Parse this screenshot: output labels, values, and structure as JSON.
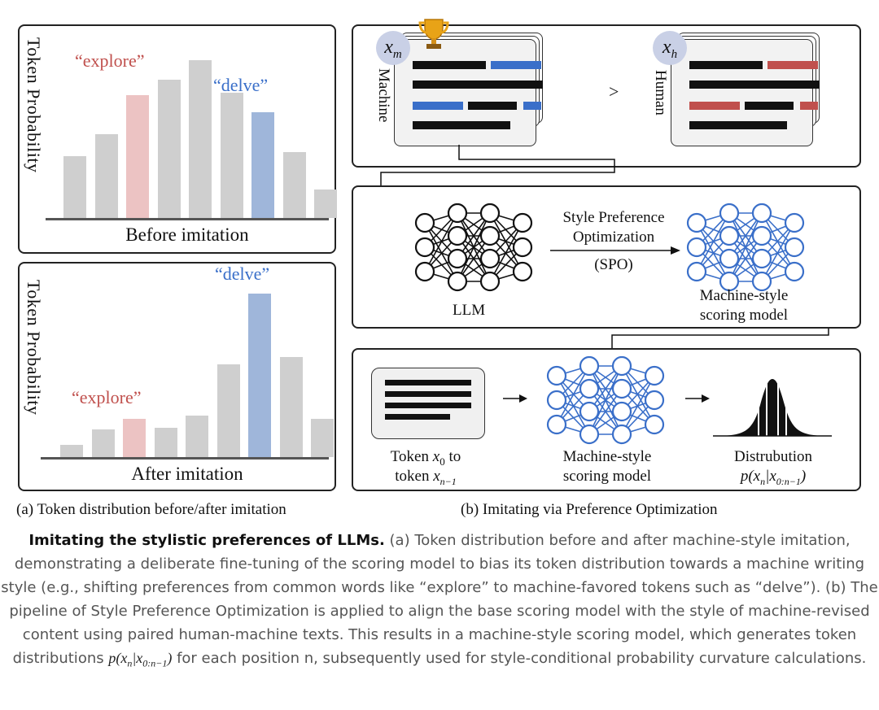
{
  "panel_a": {
    "ylabel": "Token Probability",
    "before": {
      "xlabel": "Before imitation",
      "explore_label": "“explore”",
      "delve_label": "“delve”"
    },
    "after": {
      "xlabel": "After imitation",
      "explore_label": "“explore”",
      "delve_label": "“delve”"
    },
    "subcaption": "(a) Token distribution before/after imitation"
  },
  "chart_data": [
    {
      "type": "bar",
      "xlabel": "Before imitation",
      "ylabel": "Token Probability",
      "categories": [
        "",
        "",
        "“explore”",
        "",
        "",
        "",
        "“delve”",
        "",
        ""
      ],
      "values": [
        28,
        38,
        56,
        63,
        72,
        57,
        48,
        30,
        13
      ],
      "highlight": {
        "explore": "#ecc3c3",
        "delve": "#9fb6da",
        "other": "#cfcfcf"
      }
    },
    {
      "type": "bar",
      "xlabel": "After imitation",
      "ylabel": "Token Probability",
      "categories": [
        "",
        "",
        "“explore”",
        "",
        "",
        "",
        "“delve”",
        "",
        ""
      ],
      "values": [
        8,
        18,
        25,
        19,
        27,
        60,
        106,
        65,
        25
      ],
      "highlight": {
        "explore": "#ecc3c3",
        "delve": "#9fb6da",
        "other": "#cfcfcf"
      }
    }
  ],
  "panel_b": {
    "top": {
      "machine_label": "Machine",
      "human_label": "Human",
      "machine_badge": "x",
      "machine_badge_sub": "m",
      "human_badge": "x",
      "human_badge_sub": "h",
      "compare": ">",
      "trophy_icon": "trophy-icon"
    },
    "middle": {
      "llm_label": "LLM",
      "spo_line1": "Style Preference",
      "spo_line2": "Optimization",
      "spo_line3": "(SPO)",
      "scoring_line1": "Machine-style",
      "scoring_line2": "scoring model"
    },
    "bottom": {
      "tokens_line1_pre": "Token",
      "tokens_line1_math": "x",
      "tokens_line1_sub": "0",
      "tokens_line1_post": "to",
      "tokens_line2_pre": "token",
      "tokens_line2_math": "x",
      "tokens_line2_sub": "n−1",
      "scoring_line1": "Machine-style",
      "scoring_line2": "scoring model",
      "dist_line1": "Distrubution",
      "dist_formula": "p(x_n|x_{0:n-1})"
    },
    "subcaption": "(b) Imitating via Preference Optimization"
  },
  "colors": {
    "black_net": "#111111",
    "blue_net": "#3a6fc9",
    "red_line": "#c0504d",
    "blue_line": "#3a6fc9",
    "explore_text": "#c0504d",
    "delve_text": "#3a6fc9"
  },
  "caption": {
    "bold": "Imitating the stylistic preferences of LLMs.",
    "text1": " (a) Token distribution before and after machine-style imitation, demonstrating a deliberate fine-tuning of the scoring model to bias its token distribution towards a machine writing style (e.g., shifting preferences from common words like “explore” to machine-favored tokens such as “delve”). (b) The pipeline of Style Preference Optimization is applied to align the base scoring model with the style of machine-revised content using paired human-machine texts. This results in a machine-style scoring model, which generates token distributions ",
    "formula": "p(x_n|x_{0:n−1})",
    "text2": " for each position n, subsequently used for style-conditional probability curvature calculations."
  }
}
